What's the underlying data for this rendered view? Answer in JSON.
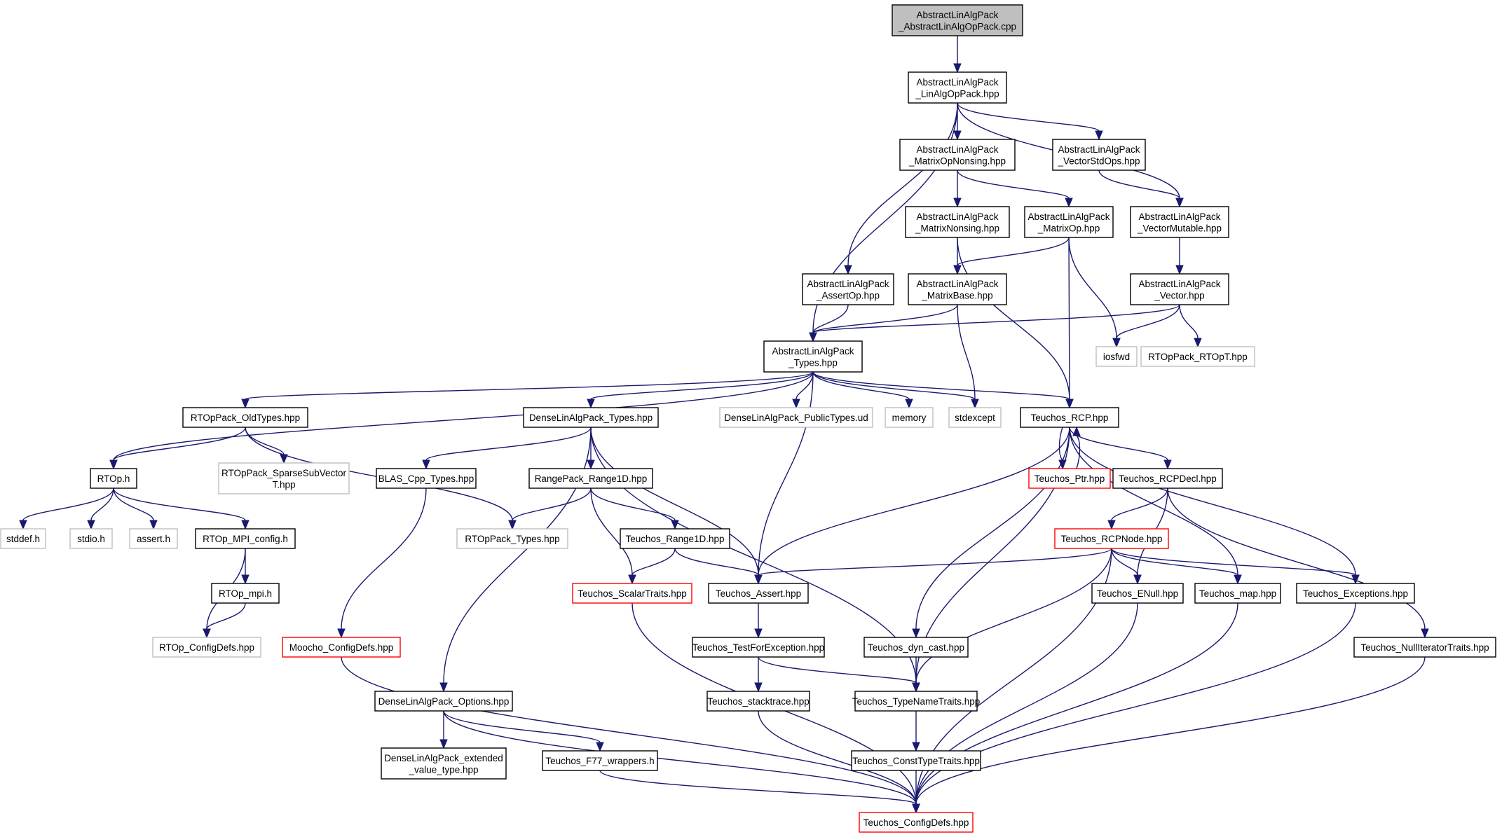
{
  "colors": {
    "edge": "#191970",
    "root_fill": "#bfbfbf",
    "node_border": "#000000",
    "red_border": "#ff0000",
    "gray_border": "#bfbfbf",
    "gray_text": "#4d4d4d"
  },
  "nodes": [
    {
      "id": "root",
      "lines": [
        "AbstractLinAlgPack",
        "_AbstractLinAlgOpPack.cpp"
      ],
      "style": "root"
    },
    {
      "id": "linalgop",
      "lines": [
        "AbstractLinAlgPack",
        "_LinAlgOpPack.hpp"
      ],
      "style": "normal"
    },
    {
      "id": "matopnonsing",
      "lines": [
        "AbstractLinAlgPack",
        "_MatrixOpNonsing.hpp"
      ],
      "style": "normal"
    },
    {
      "id": "vecstdops",
      "lines": [
        "AbstractLinAlgPack",
        "_VectorStdOps.hpp"
      ],
      "style": "normal"
    },
    {
      "id": "matnonsing",
      "lines": [
        "AbstractLinAlgPack",
        "_MatrixNonsing.hpp"
      ],
      "style": "normal"
    },
    {
      "id": "matop",
      "lines": [
        "AbstractLinAlgPack",
        "_MatrixOp.hpp"
      ],
      "style": "normal"
    },
    {
      "id": "vecmut",
      "lines": [
        "AbstractLinAlgPack",
        "_VectorMutable.hpp"
      ],
      "style": "normal"
    },
    {
      "id": "assertop",
      "lines": [
        "AbstractLinAlgPack",
        "_AssertOp.hpp"
      ],
      "style": "normal"
    },
    {
      "id": "matbase",
      "lines": [
        "AbstractLinAlgPack",
        "_MatrixBase.hpp"
      ],
      "style": "normal"
    },
    {
      "id": "vector",
      "lines": [
        "AbstractLinAlgPack",
        "_Vector.hpp"
      ],
      "style": "normal"
    },
    {
      "id": "types",
      "lines": [
        "AbstractLinAlgPack",
        "_Types.hpp"
      ],
      "style": "normal"
    },
    {
      "id": "iosfwd",
      "lines": [
        "iosfwd"
      ],
      "style": "gray"
    },
    {
      "id": "rtopt",
      "lines": [
        "RTOpPack_RTOpT.hpp"
      ],
      "style": "gray"
    },
    {
      "id": "oldtypes",
      "lines": [
        "RTOpPack_OldTypes.hpp"
      ],
      "style": "normal"
    },
    {
      "id": "dltypes",
      "lines": [
        "DenseLinAlgPack_Types.hpp"
      ],
      "style": "normal"
    },
    {
      "id": "dlpub",
      "lines": [
        "DenseLinAlgPack_PublicTypes.ud"
      ],
      "style": "gray"
    },
    {
      "id": "memory",
      "lines": [
        "memory"
      ],
      "style": "gray"
    },
    {
      "id": "stdexcept",
      "lines": [
        "stdexcept"
      ],
      "style": "gray"
    },
    {
      "id": "rcp",
      "lines": [
        "Teuchos_RCP.hpp"
      ],
      "style": "normal"
    },
    {
      "id": "rtoph",
      "lines": [
        "RTOp.h"
      ],
      "style": "normal"
    },
    {
      "id": "sparsesub",
      "lines": [
        "RTOpPack_SparseSubVector",
        "T.hpp"
      ],
      "style": "gray"
    },
    {
      "id": "blas",
      "lines": [
        "BLAS_Cpp_Types.hpp"
      ],
      "style": "normal"
    },
    {
      "id": "range1d",
      "lines": [
        "RangePack_Range1D.hpp"
      ],
      "style": "normal"
    },
    {
      "id": "ptr",
      "lines": [
        "Teuchos_Ptr.hpp"
      ],
      "style": "red"
    },
    {
      "id": "rcpdecl",
      "lines": [
        "Teuchos_RCPDecl.hpp"
      ],
      "style": "normal"
    },
    {
      "id": "stddef",
      "lines": [
        "stddef.h"
      ],
      "style": "gray"
    },
    {
      "id": "stdio",
      "lines": [
        "stdio.h"
      ],
      "style": "gray"
    },
    {
      "id": "asserth",
      "lines": [
        "assert.h"
      ],
      "style": "gray"
    },
    {
      "id": "mpiconfig",
      "lines": [
        "RTOp_MPI_config.h"
      ],
      "style": "normal"
    },
    {
      "id": "rtoptypes",
      "lines": [
        "RTOpPack_Types.hpp"
      ],
      "style": "gray"
    },
    {
      "id": "trange1d",
      "lines": [
        "Teuchos_Range1D.hpp"
      ],
      "style": "normal"
    },
    {
      "id": "rcpnode",
      "lines": [
        "Teuchos_RCPNode.hpp"
      ],
      "style": "red"
    },
    {
      "id": "rtopmpi",
      "lines": [
        "RTOp_mpi.h"
      ],
      "style": "normal"
    },
    {
      "id": "scalartraits",
      "lines": [
        "Teuchos_ScalarTraits.hpp"
      ],
      "style": "red"
    },
    {
      "id": "tassert",
      "lines": [
        "Teuchos_Assert.hpp"
      ],
      "style": "normal"
    },
    {
      "id": "enull",
      "lines": [
        "Teuchos_ENull.hpp"
      ],
      "style": "normal"
    },
    {
      "id": "tmap",
      "lines": [
        "Teuchos_map.hpp"
      ],
      "style": "normal"
    },
    {
      "id": "texcept",
      "lines": [
        "Teuchos_Exceptions.hpp"
      ],
      "style": "normal"
    },
    {
      "id": "rtopconf",
      "lines": [
        "RTOp_ConfigDefs.hpp"
      ],
      "style": "gray"
    },
    {
      "id": "moocho",
      "lines": [
        "Moocho_ConfigDefs.hpp"
      ],
      "style": "red"
    },
    {
      "id": "testforexc",
      "lines": [
        "Teuchos_TestForException.hpp"
      ],
      "style": "normal"
    },
    {
      "id": "dyncast",
      "lines": [
        "Teuchos_dyn_cast.hpp"
      ],
      "style": "normal"
    },
    {
      "id": "nulliter",
      "lines": [
        "Teuchos_NullIteratorTraits.hpp"
      ],
      "style": "normal"
    },
    {
      "id": "dlopts",
      "lines": [
        "DenseLinAlgPack_Options.hpp"
      ],
      "style": "normal"
    },
    {
      "id": "stacktrace",
      "lines": [
        "Teuchos_stacktrace.hpp"
      ],
      "style": "normal"
    },
    {
      "id": "typename",
      "lines": [
        "Teuchos_TypeNameTraits.hpp"
      ],
      "style": "normal"
    },
    {
      "id": "dlext",
      "lines": [
        "DenseLinAlgPack_extended",
        "_value_type.hpp"
      ],
      "style": "normal"
    },
    {
      "id": "f77",
      "lines": [
        "Teuchos_F77_wrappers.h"
      ],
      "style": "normal"
    },
    {
      "id": "consttype",
      "lines": [
        "Teuchos_ConstTypeTraits.hpp"
      ],
      "style": "normal"
    },
    {
      "id": "tconfig",
      "lines": [
        "Teuchos_ConfigDefs.hpp"
      ],
      "style": "red"
    }
  ],
  "edges": [
    [
      "root",
      "linalgop"
    ],
    [
      "linalgop",
      "matopnonsing"
    ],
    [
      "linalgop",
      "vecstdops"
    ],
    [
      "linalgop",
      "vecmut"
    ],
    [
      "linalgop",
      "assertop"
    ],
    [
      "linalgop",
      "types"
    ],
    [
      "matopnonsing",
      "matnonsing"
    ],
    [
      "matopnonsing",
      "matop"
    ],
    [
      "vecstdops",
      "vecmut"
    ],
    [
      "matnonsing",
      "matbase"
    ],
    [
      "matnonsing",
      "rcp"
    ],
    [
      "matop",
      "matbase"
    ],
    [
      "matop",
      "iosfwd"
    ],
    [
      "matop",
      "rcp"
    ],
    [
      "vecmut",
      "vector"
    ],
    [
      "assertop",
      "types"
    ],
    [
      "matbase",
      "types"
    ],
    [
      "matbase",
      "stdexcept"
    ],
    [
      "vector",
      "types"
    ],
    [
      "vector",
      "iosfwd"
    ],
    [
      "vector",
      "rtopt"
    ],
    [
      "types",
      "rtoph"
    ],
    [
      "types",
      "oldtypes"
    ],
    [
      "types",
      "dltypes"
    ],
    [
      "types",
      "dlpub"
    ],
    [
      "types",
      "memory"
    ],
    [
      "types",
      "stdexcept"
    ],
    [
      "types",
      "rcp"
    ],
    [
      "types",
      "tassert"
    ],
    [
      "oldtypes",
      "rtoph"
    ],
    [
      "oldtypes",
      "sparsesub"
    ],
    [
      "oldtypes",
      "rtoptypes"
    ],
    [
      "dltypes",
      "blas"
    ],
    [
      "dltypes",
      "range1d"
    ],
    [
      "dltypes",
      "tassert"
    ],
    [
      "dltypes",
      "dlopts"
    ],
    [
      "dltypes",
      "typename"
    ],
    [
      "rcp",
      "ptr"
    ],
    [
      "ptr",
      "rcp"
    ],
    [
      "rcp",
      "rcpdecl"
    ],
    [
      "rcp",
      "tassert"
    ],
    [
      "rcp",
      "dyncast"
    ],
    [
      "rcp",
      "typename"
    ],
    [
      "rcp",
      "tmap"
    ],
    [
      "rcp",
      "texcept"
    ],
    [
      "rtoph",
      "stddef"
    ],
    [
      "rtoph",
      "stdio"
    ],
    [
      "rtoph",
      "asserth"
    ],
    [
      "rtoph",
      "mpiconfig"
    ],
    [
      "mpiconfig",
      "rtopmpi"
    ],
    [
      "mpiconfig",
      "rtopconf"
    ],
    [
      "rtopmpi",
      "rtopconf"
    ],
    [
      "blas",
      "moocho"
    ],
    [
      "range1d",
      "rtoptypes"
    ],
    [
      "range1d",
      "trange1d"
    ],
    [
      "range1d",
      "scalartraits"
    ],
    [
      "trange1d",
      "scalartraits"
    ],
    [
      "trange1d",
      "tassert"
    ],
    [
      "rcpdecl",
      "rcpnode"
    ],
    [
      "rcpdecl",
      "enull"
    ],
    [
      "rcpdecl",
      "nulliter"
    ],
    [
      "rcpnode",
      "tassert"
    ],
    [
      "rcpnode",
      "enull"
    ],
    [
      "rcpnode",
      "tmap"
    ],
    [
      "rcpnode",
      "texcept"
    ],
    [
      "rcpnode",
      "typename"
    ],
    [
      "rcpnode",
      "tconfig"
    ],
    [
      "tassert",
      "testforexc"
    ],
    [
      "testforexc",
      "stacktrace"
    ],
    [
      "testforexc",
      "typename"
    ],
    [
      "dyncast",
      "typename"
    ],
    [
      "typename",
      "consttype"
    ],
    [
      "dlopts",
      "dlext"
    ],
    [
      "dlopts",
      "f77"
    ],
    [
      "dlopts",
      "tconfig"
    ],
    [
      "stacktrace",
      "tconfig"
    ],
    [
      "consttype",
      "tconfig"
    ],
    [
      "f77",
      "tconfig"
    ],
    [
      "scalartraits",
      "tconfig"
    ],
    [
      "moocho",
      "tconfig"
    ],
    [
      "enull",
      "tconfig"
    ],
    [
      "tmap",
      "tconfig"
    ],
    [
      "texcept",
      "tconfig"
    ],
    [
      "nulliter",
      "tconfig"
    ]
  ]
}
